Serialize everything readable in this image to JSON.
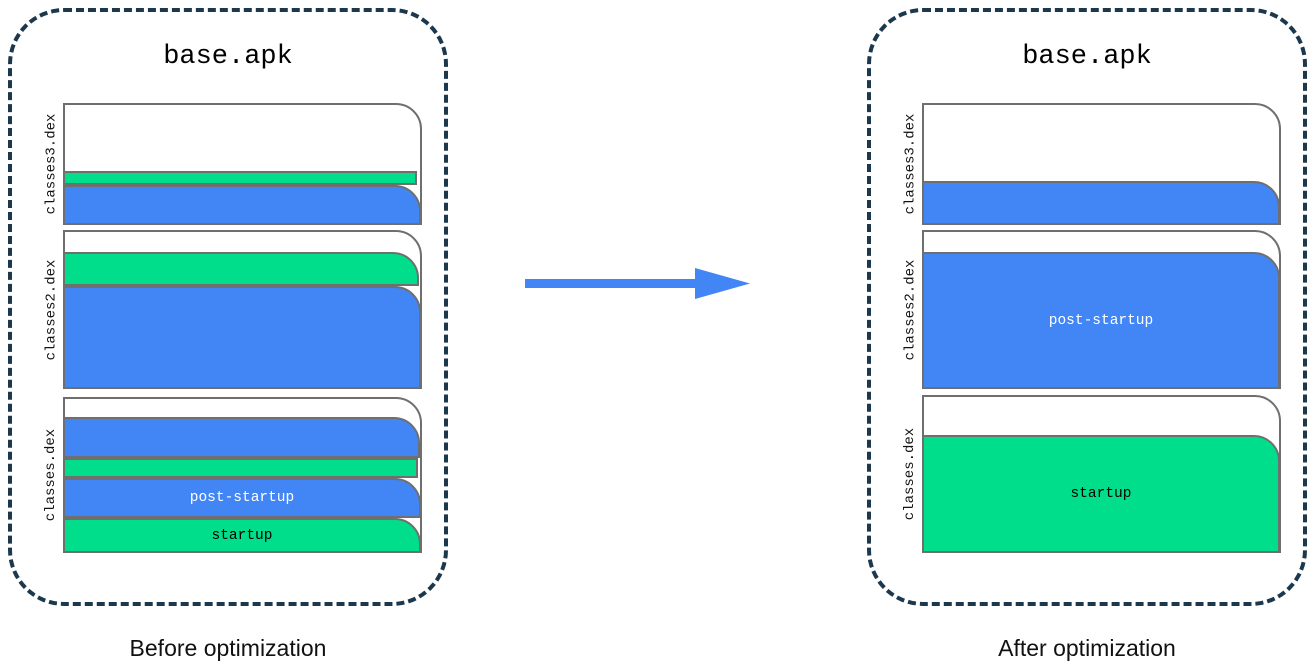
{
  "colors": {
    "blue": "#4285f4",
    "green": "#00de8b",
    "panel_border": "#1b384d",
    "box_border": "#6f6f6f",
    "background": "#ffffff"
  },
  "arrow": {
    "name": "right-arrow",
    "direction": "right",
    "color": "#4285f4"
  },
  "legend": {
    "startup_label": "startup",
    "post_startup_label": "post-startup"
  },
  "panels": [
    {
      "id": "before",
      "title": "base.apk",
      "caption": "Before optimization",
      "dex_files": [
        {
          "label": "classes3.dex",
          "segments": [
            {
              "kind": "empty",
              "text": ""
            },
            {
              "kind": "startup",
              "text": ""
            },
            {
              "kind": "post-startup",
              "text": ""
            }
          ]
        },
        {
          "label": "classes2.dex",
          "segments": [
            {
              "kind": "empty",
              "text": ""
            },
            {
              "kind": "startup",
              "text": ""
            },
            {
              "kind": "post-startup",
              "text": ""
            }
          ]
        },
        {
          "label": "classes.dex",
          "segments": [
            {
              "kind": "empty",
              "text": ""
            },
            {
              "kind": "post-startup",
              "text": ""
            },
            {
              "kind": "startup",
              "text": ""
            },
            {
              "kind": "post-startup",
              "text": "post-startup"
            },
            {
              "kind": "startup",
              "text": "startup"
            }
          ]
        }
      ]
    },
    {
      "id": "after",
      "title": "base.apk",
      "caption": "After optimization",
      "dex_files": [
        {
          "label": "classes3.dex",
          "segments": [
            {
              "kind": "empty",
              "text": ""
            },
            {
              "kind": "post-startup",
              "text": ""
            }
          ]
        },
        {
          "label": "classes2.dex",
          "segments": [
            {
              "kind": "empty",
              "text": ""
            },
            {
              "kind": "post-startup",
              "text": "post-startup"
            }
          ]
        },
        {
          "label": "classes.dex",
          "segments": [
            {
              "kind": "empty",
              "text": ""
            },
            {
              "kind": "startup",
              "text": "startup"
            }
          ]
        }
      ]
    }
  ]
}
